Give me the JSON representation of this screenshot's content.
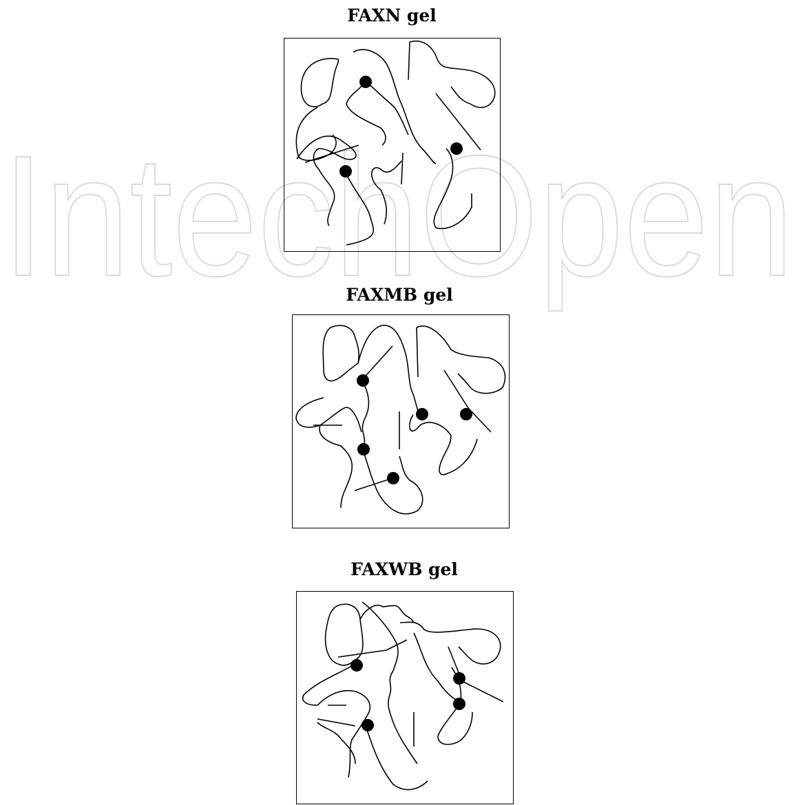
{
  "watermark": {
    "text": "IntechOpen",
    "color": "#d9d9d9"
  },
  "panels": [
    {
      "title": "FAXN gel"
    },
    {
      "title": "FAXMB gel"
    },
    {
      "title": "FAXWB gel"
    }
  ]
}
